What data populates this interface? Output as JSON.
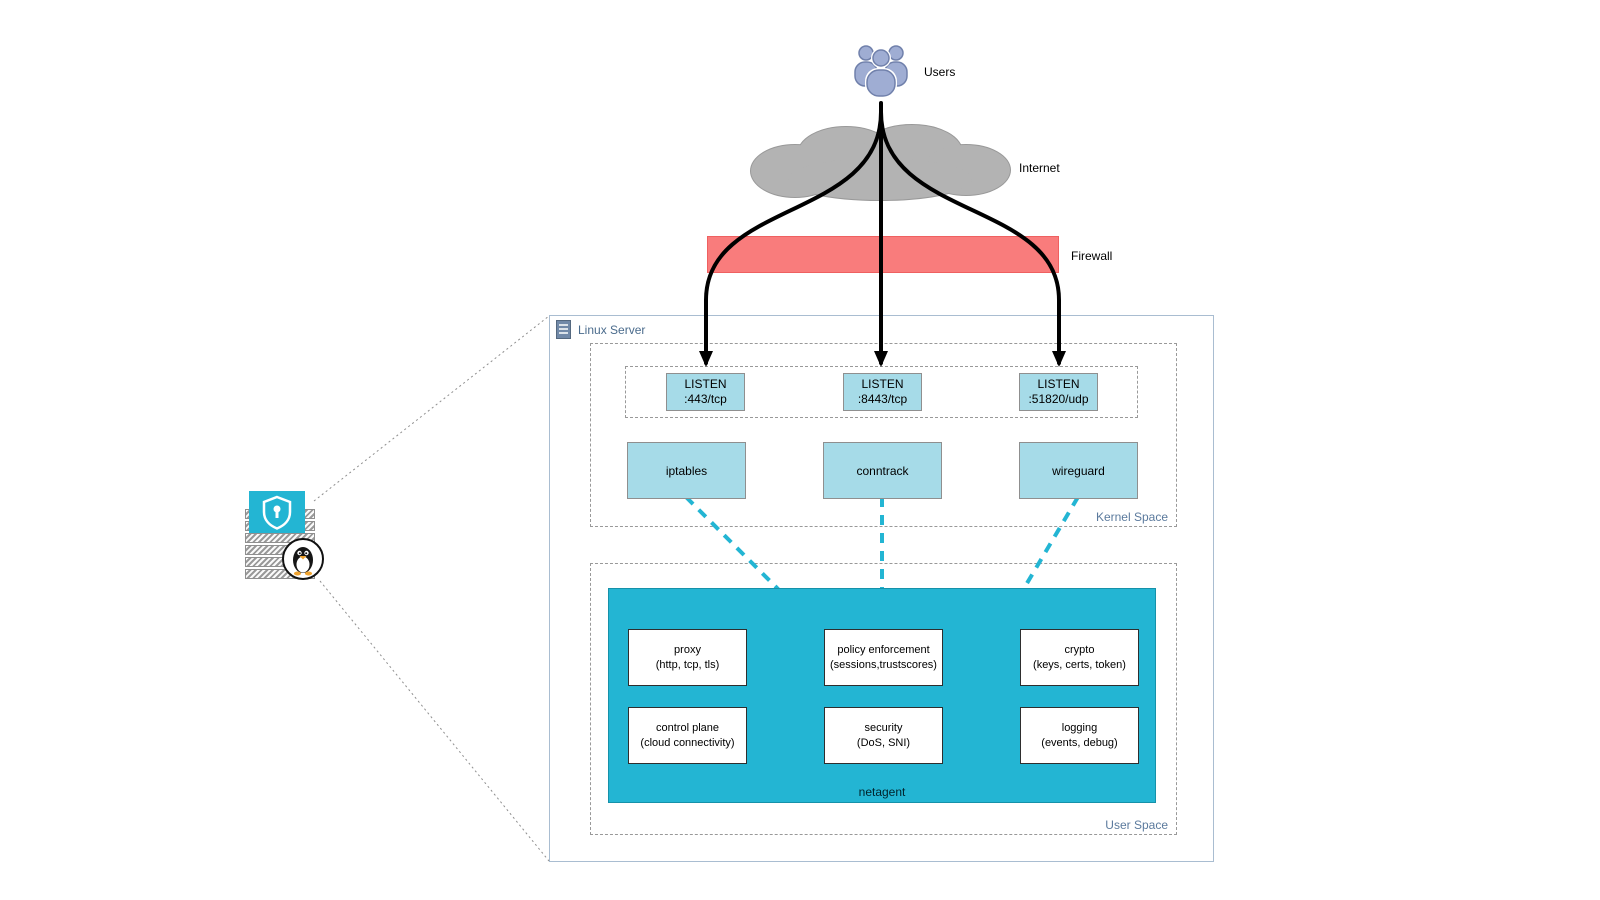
{
  "labels": {
    "users": "Users",
    "internet": "Internet",
    "firewall": "Firewall"
  },
  "linux_server": {
    "title": "Linux Server"
  },
  "kernel_space": {
    "title": "Kernel Space",
    "listeners": [
      {
        "line1": "LISTEN",
        "line2": ":443/tcp"
      },
      {
        "line1": "LISTEN",
        "line2": ":8443/tcp"
      },
      {
        "line1": "LISTEN",
        "line2": ":51820/udp"
      }
    ],
    "modules": [
      {
        "label": "iptables"
      },
      {
        "label": "conntrack"
      },
      {
        "label": "wireguard"
      }
    ]
  },
  "user_space": {
    "title": "User Space",
    "netagent": {
      "title": "netagent",
      "modules": [
        {
          "line1": "proxy",
          "line2": "(http, tcp, tls)"
        },
        {
          "line1": "policy enforcement",
          "line2": "(sessions,trustscores)"
        },
        {
          "line1": "crypto",
          "line2": "(keys, certs, token)"
        },
        {
          "line1": "control plane",
          "line2": "(cloud connectivity)"
        },
        {
          "line1": "security",
          "line2": "(DoS, SNI)"
        },
        {
          "line1": "logging",
          "line2": "(events, debug)"
        }
      ]
    }
  },
  "colors": {
    "light_blue": "#a6dbe8",
    "teal": "#23b5d3",
    "firewall_red": "#f97c7c",
    "label_blue": "#5b7a9d",
    "cloud_gray": "#b3b3b3",
    "arrow_black": "#000000",
    "connector_teal": "#23b5d3"
  }
}
